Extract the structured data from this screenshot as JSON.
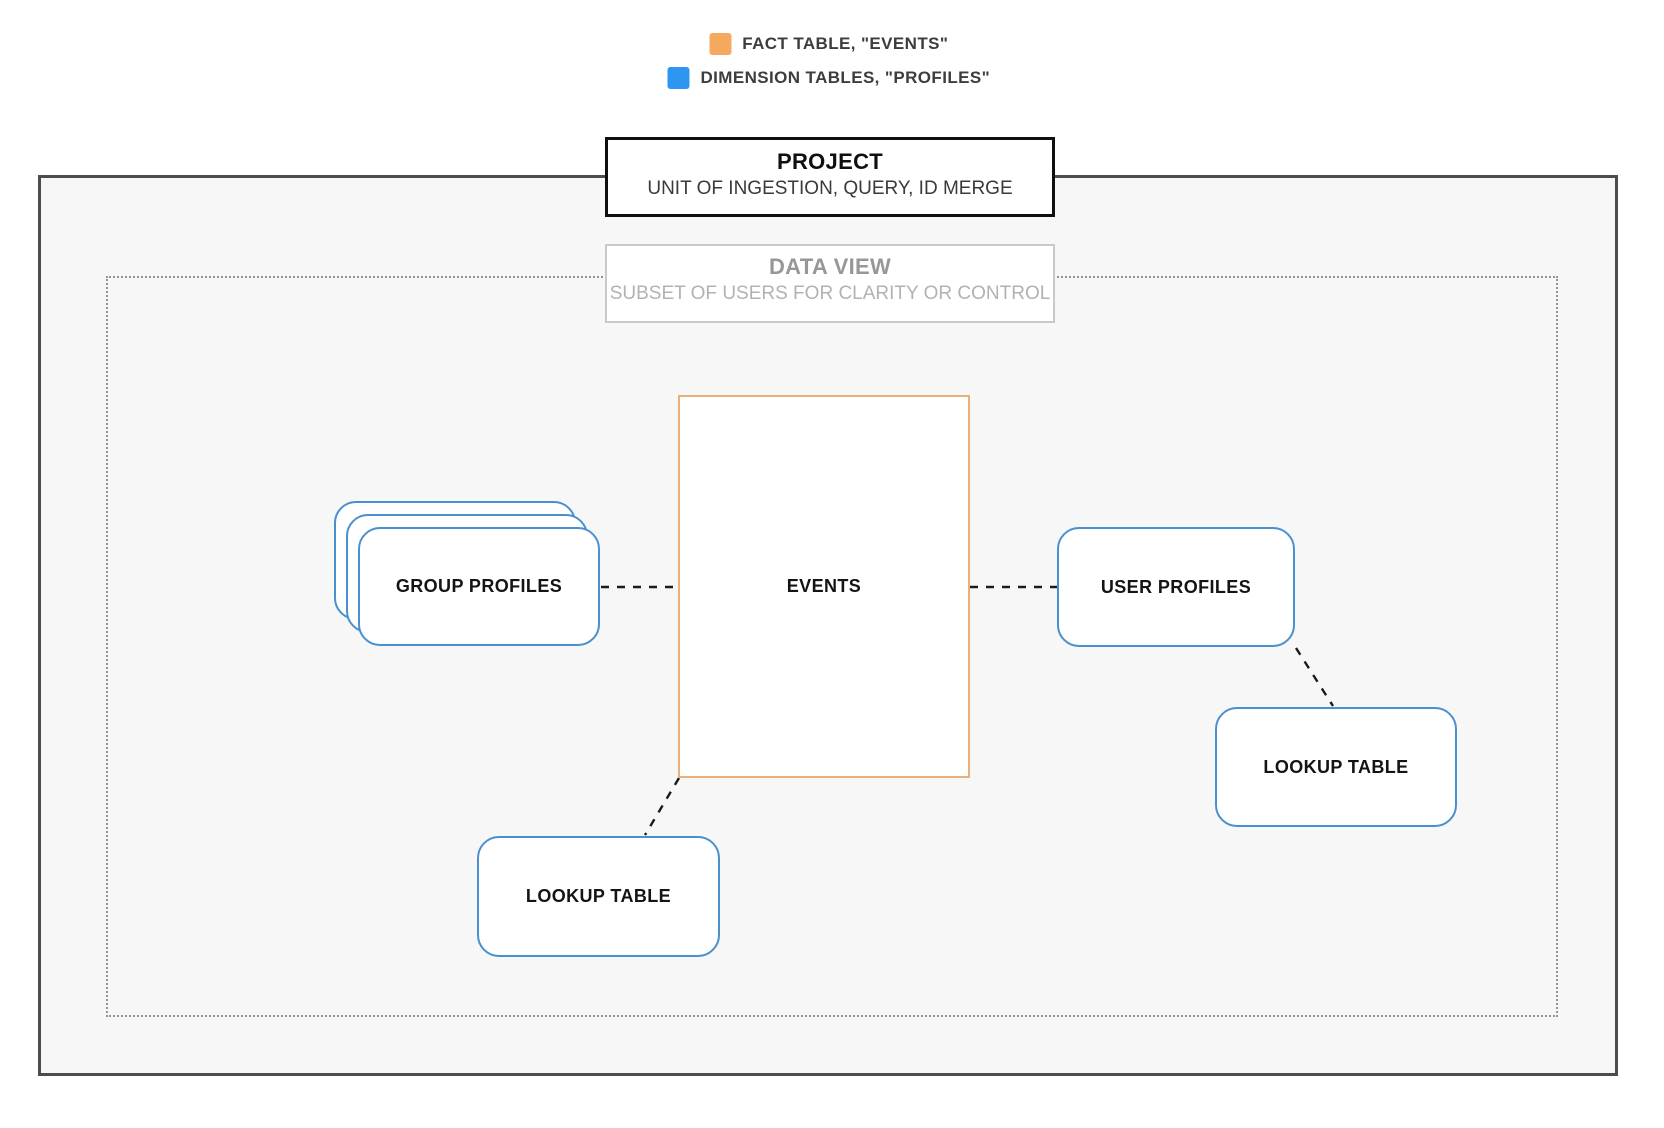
{
  "legend": {
    "items": [
      {
        "name": "fact-table",
        "label": "FACT TABLE, \"EVENTS\"",
        "color": "#f4a95e"
      },
      {
        "name": "dimension-tables",
        "label": "DIMENSION TABLES, \"PROFILES\"",
        "color": "#2d96f0"
      }
    ]
  },
  "project": {
    "title": "PROJECT",
    "subtitle": "UNIT OF INGESTION, QUERY, ID MERGE"
  },
  "data_view": {
    "title": "DATA VIEW",
    "subtitle": "SUBSET OF USERS FOR CLARITY OR CONTROL"
  },
  "nodes": {
    "events": {
      "label": "EVENTS",
      "type": "fact"
    },
    "group_profiles": {
      "label": "GROUP PROFILES",
      "type": "dimension"
    },
    "user_profiles": {
      "label": "USER PROFILES",
      "type": "dimension"
    },
    "lookup_table_right": {
      "label": "LOOKUP TABLE",
      "type": "dimension"
    },
    "lookup_table_bottom": {
      "label": "LOOKUP TABLE",
      "type": "dimension"
    }
  },
  "colors": {
    "fact_border": "#e9b175",
    "dimension_border": "#4a90ce",
    "fact_swatch": "#f4a95e",
    "dimension_swatch": "#2d96f0",
    "outer_border": "#4d4d4d",
    "dotted_border": "#949494",
    "connector": "#1b1b1b"
  }
}
